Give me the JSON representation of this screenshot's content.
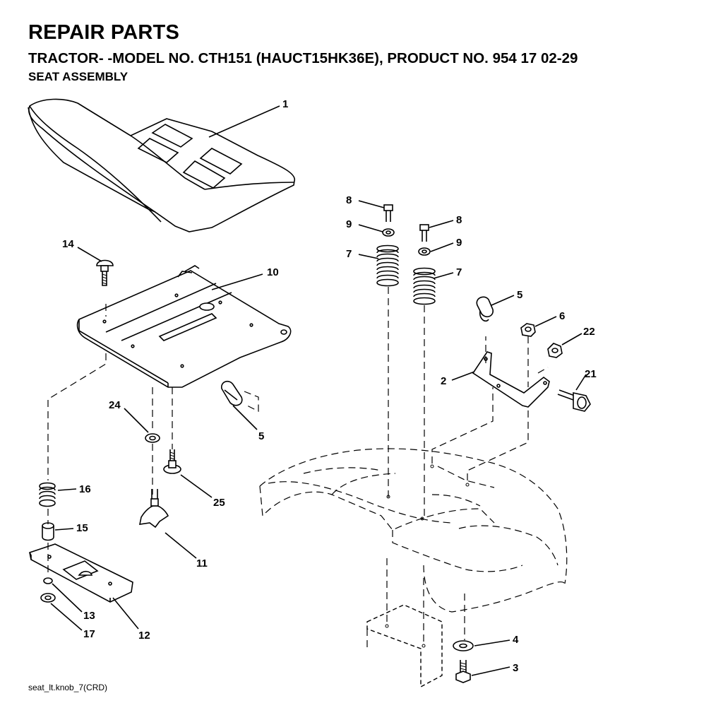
{
  "header": {
    "title": "REPAIR PARTS",
    "subtitle": "TRACTOR- -MODEL NO. CTH151 (HAUCT15HK36E), PRODUCT NO. 954 17 02-29",
    "section": "SEAT ASSEMBLY"
  },
  "footer": {
    "file_label": "seat_lt.knob_7(CRD)"
  },
  "callouts": {
    "c1": "1",
    "c14": "14",
    "c10": "10",
    "c24": "24",
    "c5a": "5",
    "c16": "16",
    "c15": "15",
    "c25": "25",
    "c11": "11",
    "c13": "13",
    "c17": "17",
    "c12": "12",
    "c8a": "8",
    "c9a": "9",
    "c7a": "7",
    "c8b": "8",
    "c9b": "9",
    "c7b": "7",
    "c5b": "5",
    "c6": "6",
    "c22": "22",
    "c2": "2",
    "c21": "21",
    "c4": "4",
    "c3": "3"
  }
}
